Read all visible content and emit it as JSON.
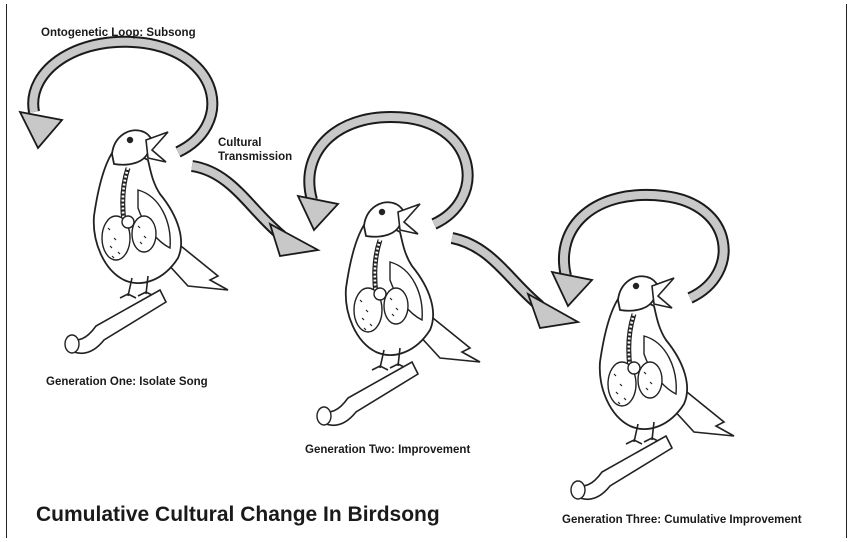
{
  "diagram": {
    "title": "Cumulative Cultural Change In Birdsong",
    "loop_label": "Ontogenetic Loop: Subsong",
    "transmission_label": [
      "Cultural",
      "Transmission"
    ],
    "generations": [
      {
        "label": "Generation One: Isolate Song"
      },
      {
        "label": "Generation Two: Improvement"
      },
      {
        "label": "Generation Three: Cumulative Improvement"
      }
    ]
  },
  "colors": {
    "arrow_fill": "#c8c8c8",
    "arrow_stroke": "#1a1a1a",
    "line": "#222222"
  },
  "icons": [
    "bird-illustration",
    "curved-arrow"
  ]
}
